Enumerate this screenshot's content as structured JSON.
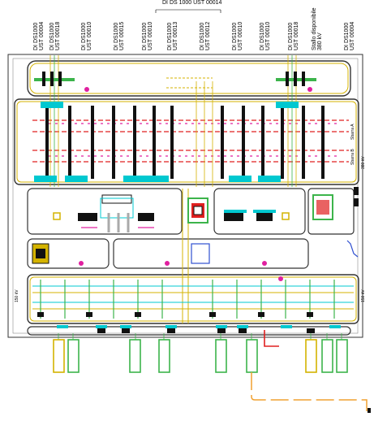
{
  "diagram": {
    "top_title": "DI DS 1000 UST 00014",
    "bay_labels": [
      {
        "line1": "DI DS1000",
        "line2": "UST 00004"
      },
      {
        "line1": "DI DS1000",
        "line2": "UST 00018"
      },
      {
        "line1": "DI DS1000",
        "line2": "UST 00010"
      },
      {
        "line1": "DI DS1000",
        "line2": "UST 00015"
      },
      {
        "line1": "DI DS1000",
        "line2": "UST 00010"
      },
      {
        "line1": "DI DS1000",
        "line2": "UST 00013"
      },
      {
        "line1": "DI DS1000",
        "line2": "UST 00012"
      },
      {
        "line1": "DI DS1000",
        "line2": "UST 00010"
      },
      {
        "line1": "DI DS1000",
        "line2": "UST 00010"
      },
      {
        "line1": "DI DS1000",
        "line2": "UST 00018"
      }
    ],
    "stallo_label": {
      "line1": "Stallo disponibile",
      "line2": "380 kV"
    },
    "right_bay_label": {
      "line1": "DI DS1000",
      "line2": "UST 00004"
    },
    "side_labels": {
      "left_kv": "150 kV",
      "right_kv_top": "380 kV",
      "right_kv_bottom": "150 kV",
      "sbarra_a": "Sbarra A",
      "sbarra_b": "Sbarra B"
    },
    "colors": {
      "frame": "#333333",
      "yellow_ring": "#d4b300",
      "cyan": "#00c8d0",
      "magenta": "#e020a0",
      "red": "#e02020",
      "green": "#3cb44b",
      "black_equipment": "#111111",
      "orange": "#f0a030",
      "blue": "#3050d0"
    }
  }
}
